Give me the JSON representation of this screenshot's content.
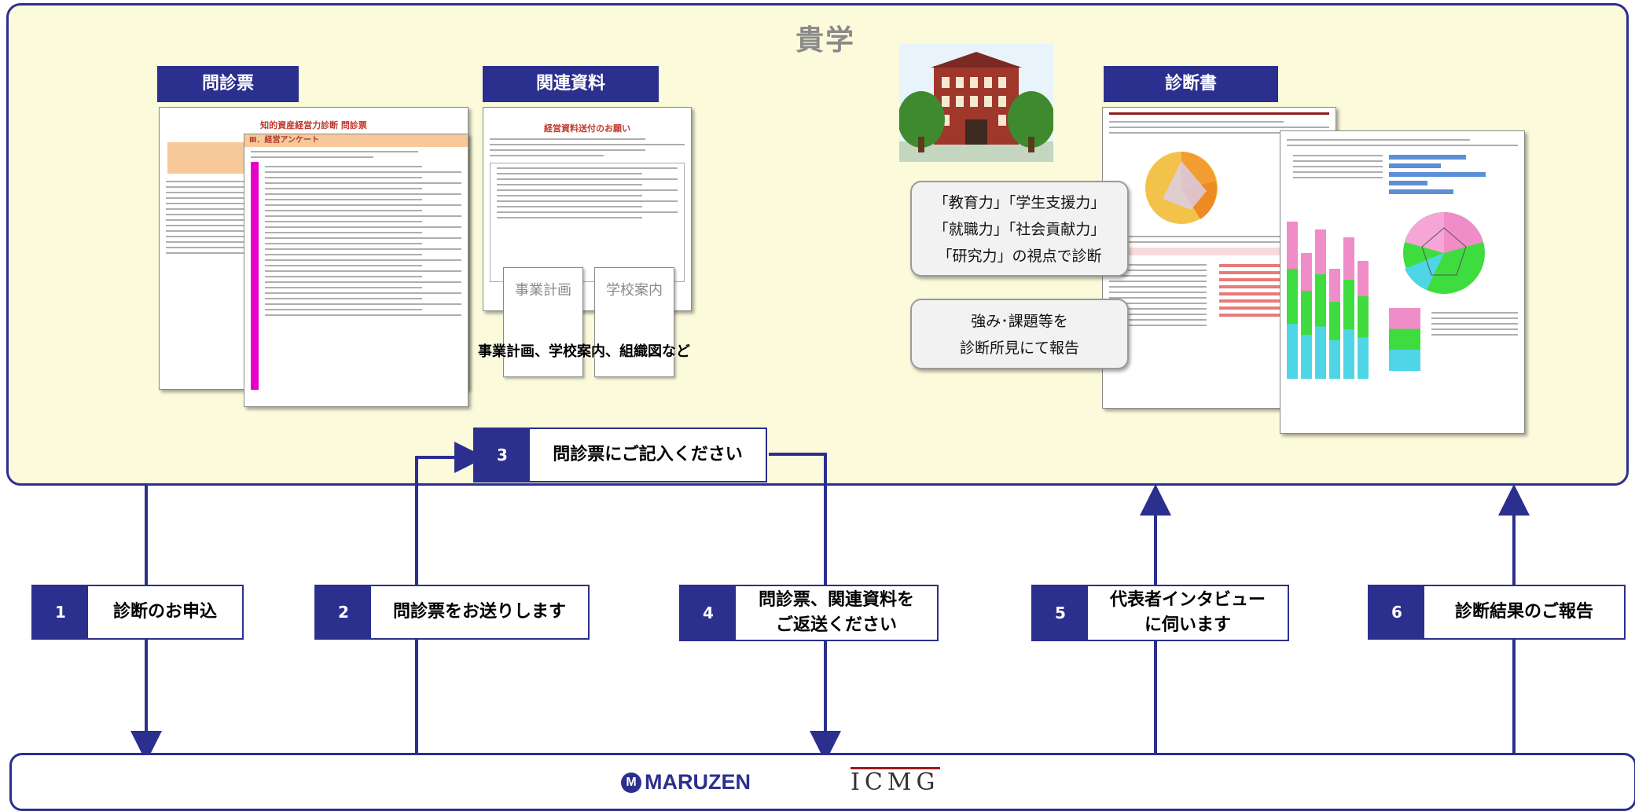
{
  "university": {
    "title": "貴学"
  },
  "sections": {
    "questionnaire": {
      "header": "問診票"
    },
    "related_docs": {
      "header": "関連資料"
    },
    "diagnosis": {
      "header": "診断書"
    }
  },
  "questionnaire_doc": {
    "title": "知的資産経営力診断 問診票",
    "sub_title": "Ⅲ．経営アンケート"
  },
  "related_doc": {
    "title": "経営資料送付のお願い",
    "card1": "事業計画",
    "card2": "学校案内",
    "caption": "事業計画、学校案内、組織図など"
  },
  "callouts": {
    "viewpoints_line1": "「教育力」「学生支援力」",
    "viewpoints_line2": "「就職力」「社会貢献力」",
    "viewpoints_line3": "「研究力」の視点で診断",
    "report_line1": "強み･課題等を",
    "report_line2": "診断所見にて報告"
  },
  "steps": [
    {
      "num": "1",
      "label": "診断のお申込"
    },
    {
      "num": "2",
      "label": "問診票をお送りします"
    },
    {
      "num": "3",
      "label": "問診票にご記入ください"
    },
    {
      "num": "4",
      "label": "問診票、関連資料を\nご返送ください"
    },
    {
      "num": "5",
      "label": "代表者インタビュー\nに伺います"
    },
    {
      "num": "6",
      "label": "診断結果のご報告"
    }
  ],
  "logos": {
    "maruzen_mark": "M",
    "maruzen": "MARUZEN",
    "icmg": "ICMG"
  },
  "colors": {
    "navy": "#2b2f8e",
    "univ_bg": "#fbfadb",
    "magenta": "#e600c8",
    "orange_band": "#f7c99a"
  }
}
